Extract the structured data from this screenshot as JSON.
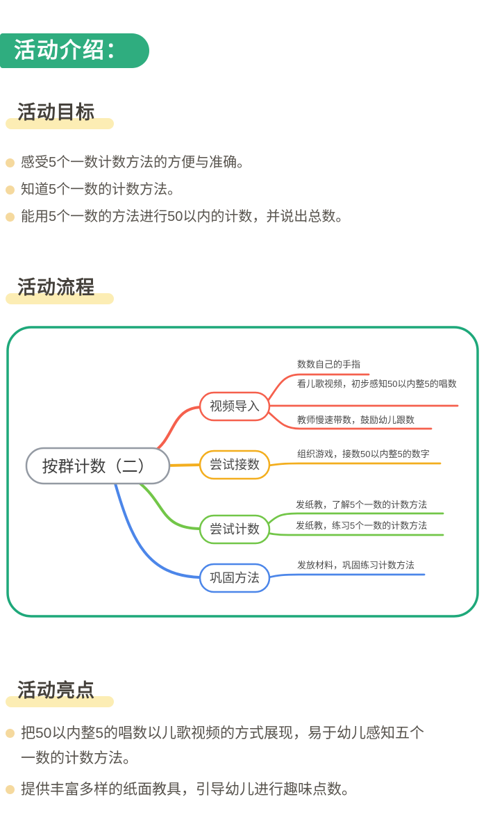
{
  "badge": {
    "label": "活动介绍："
  },
  "sections": {
    "goals": {
      "heading": "活动目标",
      "bullets": [
        "感受5个一数计数方法的方便与准确。",
        "知道5个一数的计数方法。",
        "能用5个一数的方法进行50以内的计数，并说出总数。"
      ]
    },
    "process": {
      "heading": "活动流程"
    },
    "highlights": {
      "heading": "活动亮点",
      "bullets": [
        "把50以内整5的唱数以儿歌视频的方式展现，易于幼儿感知五个一数的计数方法。",
        "提供丰富多样的纸面教具，引导幼儿进行趣味点数。"
      ]
    }
  },
  "mindmap": {
    "root_label": "按群计数（二）",
    "root_border_color": "#949aa3",
    "container_border_color": "#1ea87a",
    "branches": [
      {
        "label": "视频导入",
        "color": "#f5604d",
        "leaves": [
          "数数自己的手指",
          "看儿歌视频，初步感知50以内整5的唱数",
          "教师慢速带数，鼓励幼儿跟数"
        ]
      },
      {
        "label": "尝试接数",
        "color": "#f3ae1e",
        "leaves": [
          "组织游戏，接数50以内整5的数字"
        ]
      },
      {
        "label": "尝试计数",
        "color": "#72c648",
        "leaves": [
          "发纸教，了解5个一数的计数方法",
          "发纸教，练习5个一数的计数方法"
        ]
      },
      {
        "label": "巩固方法",
        "color": "#4c86e9",
        "leaves": [
          "发放材料，巩固练习计数方法"
        ]
      }
    ]
  },
  "colors": {
    "badge_bg": "#2fad7f",
    "heading_highlight": "#fcedb4",
    "bullet_dot": "#f5d99e",
    "body_text": "#57534d",
    "heading_text": "#45413b"
  }
}
